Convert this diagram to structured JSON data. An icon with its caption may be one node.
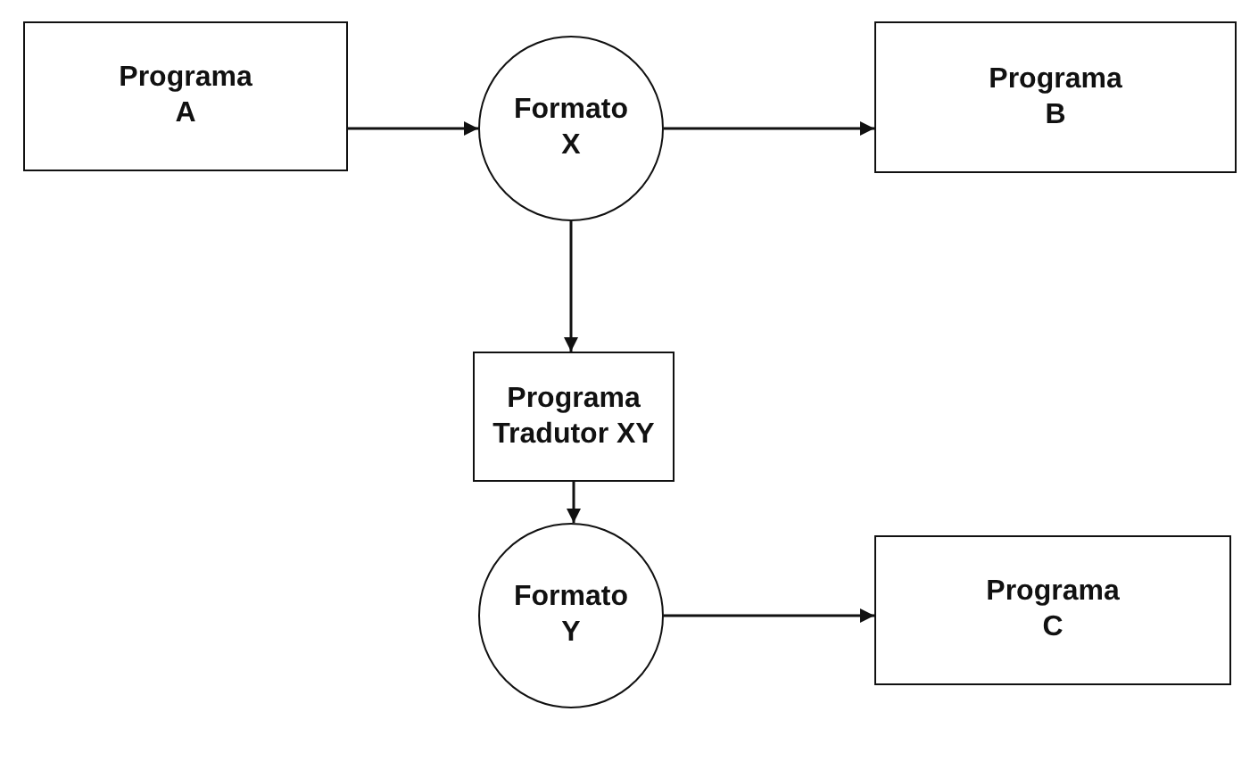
{
  "diagram": {
    "nodes": [
      {
        "text": [
          "Programa A"
        ]
      },
      {
        "text": [
          "Formato X"
        ]
      },
      {
        "text": [
          "Programa B"
        ]
      },
      {
        "text": [
          "Programa Tradutor XY"
        ]
      },
      {
        "text": [
          "Formato Y"
        ]
      },
      {
        "text": [
          "Programa C"
        ]
      }
    ],
    "edges": [
      {
        "from": 0,
        "to": 1,
        "arrow": "to"
      },
      {
        "from": 1,
        "to": 2,
        "arrow": "to"
      },
      {
        "from": 1,
        "to": 3,
        "arrow": "to"
      },
      {
        "from": 3,
        "to": 4,
        "arrow": "to"
      },
      {
        "from": 4,
        "to": 5,
        "arrow": "to"
      }
    ]
  }
}
